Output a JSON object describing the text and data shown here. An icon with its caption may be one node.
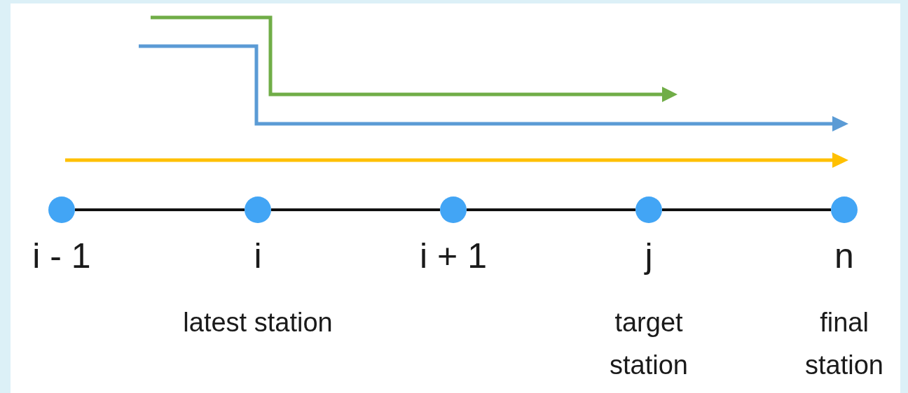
{
  "diagram": {
    "nodes": [
      {
        "text": [
          "i - 1"
        ]
      },
      {
        "text": [
          "i"
        ],
        "beside": [
          "latest station"
        ]
      },
      {
        "text": [
          "i + 1"
        ]
      },
      {
        "text": [
          "j"
        ],
        "beside": [
          "target station"
        ]
      },
      {
        "text": [
          "n"
        ],
        "beside": [
          "final station"
        ]
      }
    ],
    "edges": [
      {
        "from": 0,
        "to": 1,
        "arrow": "none"
      },
      {
        "from": 1,
        "to": 2,
        "arrow": "none"
      },
      {
        "from": 2,
        "to": 3,
        "arrow": "none"
      },
      {
        "from": 3,
        "to": 4,
        "arrow": "none"
      }
    ]
  }
}
